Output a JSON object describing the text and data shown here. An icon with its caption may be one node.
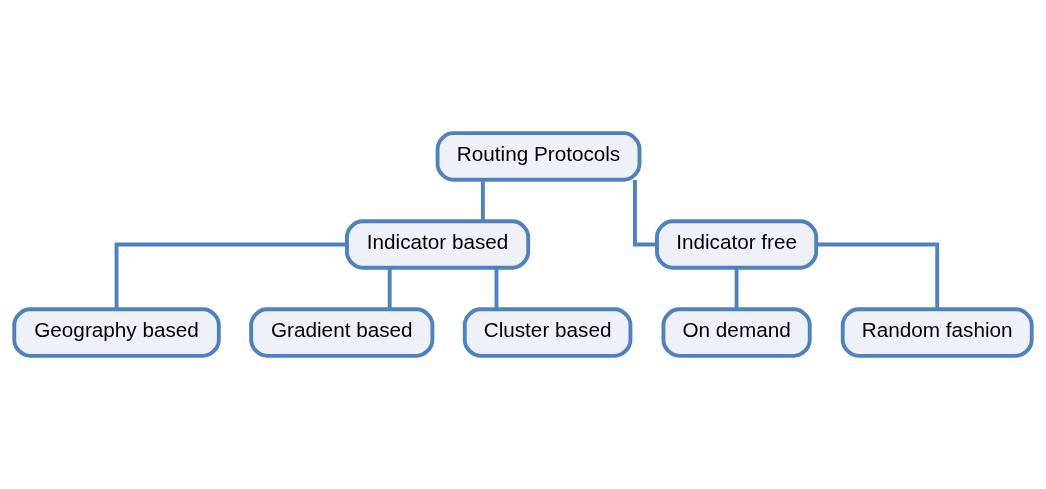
{
  "diagram": {
    "nodes": [
      {
        "text": [
          "Routing Protocols"
        ]
      },
      {
        "text": [
          "Indicator based"
        ]
      },
      {
        "text": [
          "Indicator free"
        ]
      },
      {
        "text": [
          "Geography based"
        ]
      },
      {
        "text": [
          "Gradient based"
        ]
      },
      {
        "text": [
          "Cluster based"
        ]
      },
      {
        "text": [
          "On demand"
        ]
      },
      {
        "text": [
          "Random fashion"
        ]
      }
    ],
    "edges": [
      {
        "from": 0,
        "to": 1,
        "arrow": "none"
      },
      {
        "from": 0,
        "to": 2,
        "arrow": "none"
      },
      {
        "from": 1,
        "to": 3,
        "arrow": "none"
      },
      {
        "from": 1,
        "to": 4,
        "arrow": "none"
      },
      {
        "from": 1,
        "to": 5,
        "arrow": "none"
      },
      {
        "from": 2,
        "to": 6,
        "arrow": "none"
      },
      {
        "from": 2,
        "to": 7,
        "arrow": "none"
      }
    ]
  }
}
